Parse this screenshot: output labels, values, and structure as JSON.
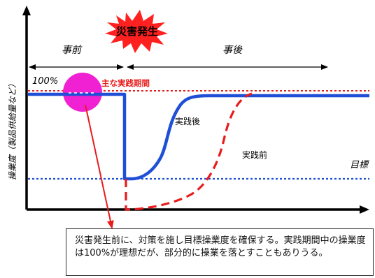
{
  "labels": {
    "disaster": "災害発生",
    "before": "事前",
    "after": "事後",
    "hundred_percent": "100%",
    "main_period": "主な実践期間",
    "after_practice": "実践後",
    "before_practice": "実践前",
    "target": "目標",
    "y_axis": "操業度（製品供給量など）"
  },
  "callout": {
    "text": "災害発生前に、対策を施し目標操業度を確保する。実践期間中の操業度は100%が理想だが、部分的に操業を落とすこともありうる。"
  },
  "colors": {
    "blue_line": "#1f4fd6",
    "red_line": "#e81c1c",
    "burst": "#ff2020",
    "circle": "#f021d2",
    "axis": "#000000"
  }
}
